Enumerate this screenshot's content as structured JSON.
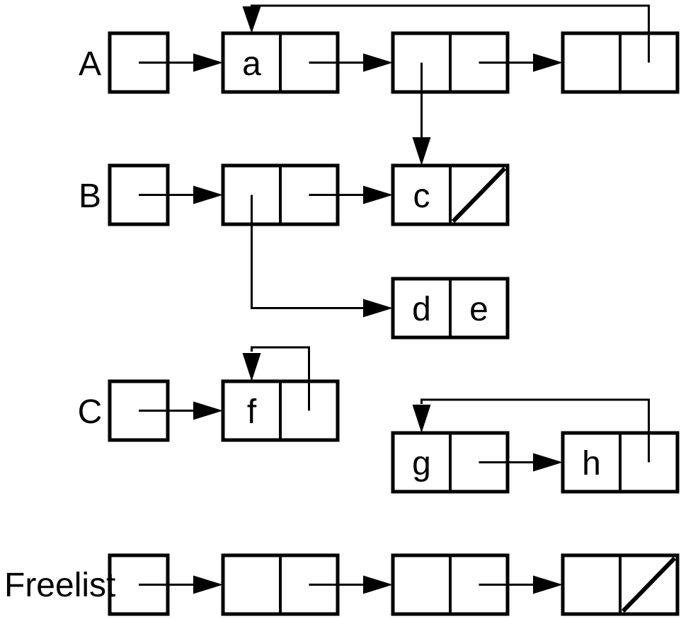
{
  "diagram": {
    "description": "Cons-cell linked list memory diagram with shared structure, cycles and a freelist",
    "background_color": "#ffffff",
    "ink_color": "#000000",
    "pointer_labels": {
      "a_list": "A",
      "b_list": "B",
      "c_list": "C",
      "freelist": "Freelist"
    },
    "cell_letters": {
      "a": "a",
      "c": "c",
      "d": "d",
      "e": "e",
      "f": "f",
      "g": "g",
      "h": "h"
    },
    "nil_marker": "diagonal-slash",
    "structure": {
      "lists": [
        {
          "head": "A",
          "cells": [
            "[a|.]",
            "[.|.]",
            "[.|.]"
          ],
          "notes": "second cell car points down to cell c; third cell cdr loops back over the top into cell a"
        },
        {
          "head": "B",
          "cells": [
            "[.|.]",
            "[c|nil]"
          ],
          "notes": "first cell car points down-right to cell [d|e]; cell c cdr is nil (slash)"
        },
        {
          "head": null,
          "cells": [
            "[d|e]"
          ],
          "notes": "atoms d and e stored in car and cdr"
        },
        {
          "head": "C",
          "cells": [
            "[f|.]"
          ],
          "notes": "cdr of f-cell points back to itself (self loop)"
        },
        {
          "head": null,
          "cells": [
            "[g|.]",
            "[h|.]"
          ],
          "notes": "g cdr points to h; h cdr loops back over the top into g; unreachable cycle"
        },
        {
          "head": "Freelist",
          "cells": [
            "[.|.]",
            "[.|.]",
            "[.|nil]"
          ],
          "notes": "chain of three free cells ending in nil (slash)"
        }
      ]
    }
  }
}
